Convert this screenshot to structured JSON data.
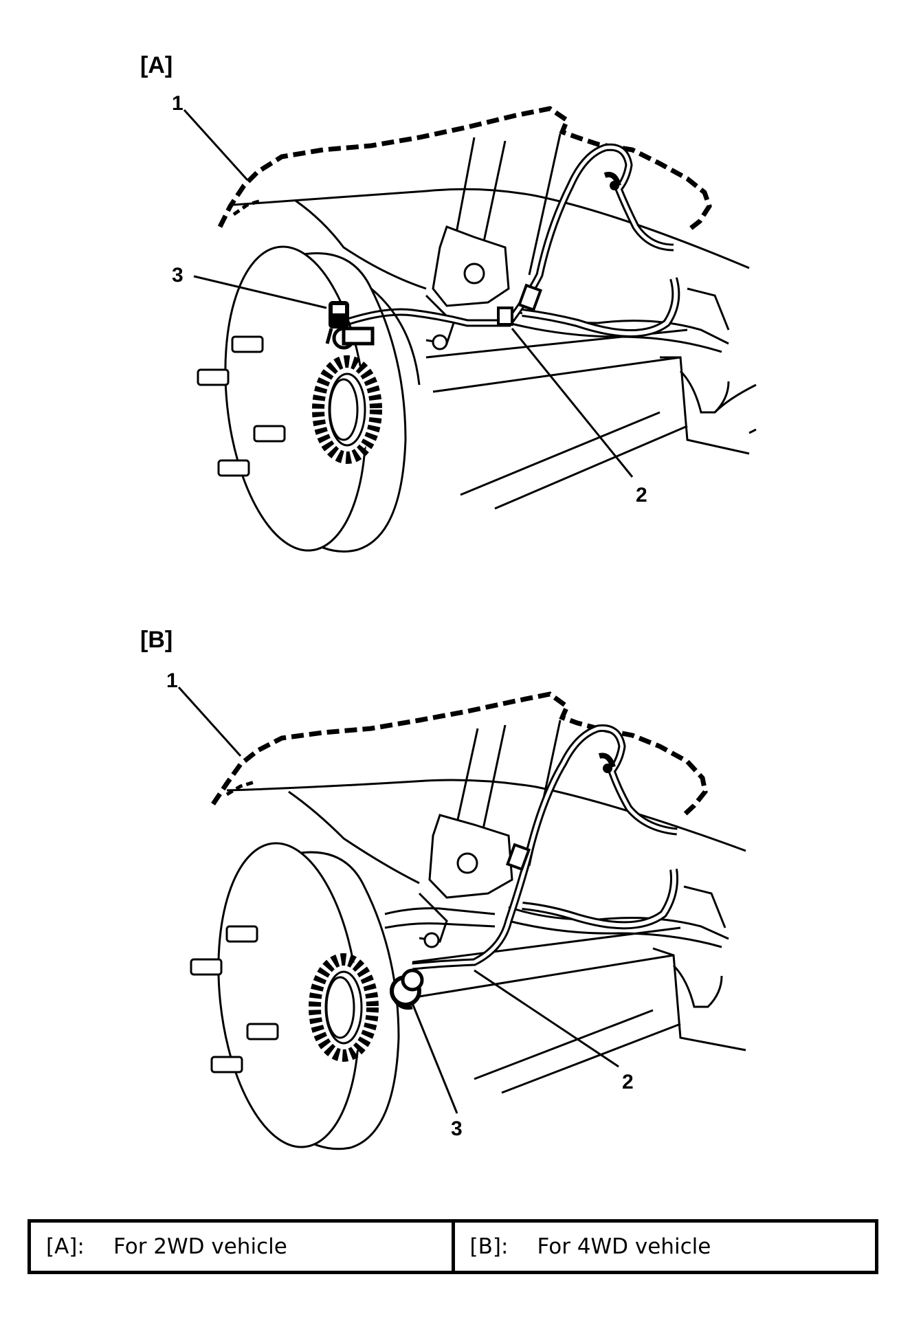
{
  "panels": [
    {
      "id": "A",
      "label": "[A]",
      "callouts": [
        "1",
        "2",
        "3"
      ]
    },
    {
      "id": "B",
      "label": "[B]",
      "callouts": [
        "1",
        "2",
        "3"
      ]
    }
  ],
  "legend": {
    "items": [
      {
        "key": "[A]:",
        "text": "For 2WD vehicle"
      },
      {
        "key": "[B]:",
        "text": "For 4WD vehicle"
      }
    ]
  },
  "colors": {
    "line": "#000000",
    "background": "#ffffff"
  }
}
